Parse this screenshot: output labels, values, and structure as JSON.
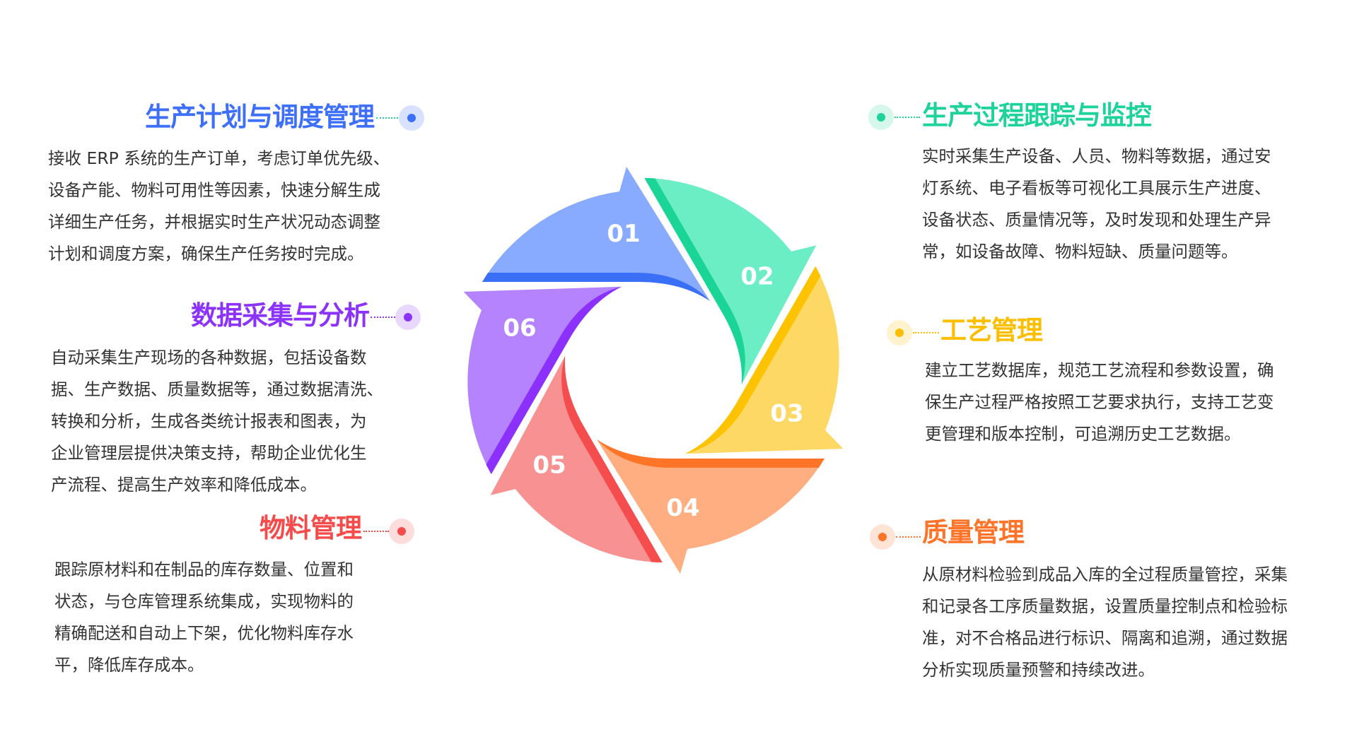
{
  "blocks": [
    {
      "id": "plan",
      "title": "生产计划与调度管理",
      "color": "#3d6ff8",
      "dot_bg": "#d8e2fe",
      "line_color": "#1dd39a",
      "lines": [
        "接收 ERP 系统的生产订单，考虑订单优先级、",
        "设备产能、物料可用性等因素，快速分解生成",
        "详细生产任务，并根据实时生产状况动态调整",
        "计划和调度方案，确保生产任务按时完成。"
      ]
    },
    {
      "id": "data",
      "title": "数据采集与分析",
      "color": "#8b32fb",
      "dot_bg": "#e8d8fe",
      "line_color": "#8b32fb",
      "lines": [
        "自动采集生产现场的各种数据，包括设备数",
        "据、生产数据、质量数据等，通过数据清洗、",
        "转换和分析，生成各类统计报表和图表，为",
        "企业管理层提供决策支持，帮助企业优化生",
        "产流程、提高生产效率和降低成本。"
      ]
    },
    {
      "id": "material",
      "title": "物料管理",
      "color": "#f54b4b",
      "dot_bg": "#fddcdc",
      "line_color": "#f54b4b",
      "lines": [
        "跟踪原材料和在制品的库存数量、位置和",
        "状态，与仓库管理系统集成，实现物料的",
        "精确配送和自动上下架，优化物料库存水",
        "平，降低库存成本。"
      ]
    },
    {
      "id": "track",
      "title": "生产过程跟踪与监控",
      "color": "#1dd39a",
      "dot_bg": "#d6f7ec",
      "line_color": "#1dd39a",
      "lines": [
        "实时采集生产设备、人员、物料等数据，通过安",
        "灯系统、电子看板等可视化工具展示生产进度、",
        "设备状态、质量情况等，及时发现和处理生产异",
        "常，如设备故障、物料短缺、质量问题等。"
      ]
    },
    {
      "id": "process",
      "title": "工艺管理",
      "color": "#fdbe00",
      "dot_bg": "#fff2cf",
      "line_color": "#fdbe00",
      "lines": [
        "建立工艺数据库，规范工艺流程和参数设置，确",
        "保生产过程严格按照工艺要求执行，支持工艺变",
        "更管理和版本控制，可追溯历史工艺数据。"
      ]
    },
    {
      "id": "quality",
      "title": "质量管理",
      "color": "#ff7328",
      "dot_bg": "#ffe4d6",
      "line_color": "#ff7328",
      "lines": [
        "从原材料检验到成品入库的全过程质量管控，采集",
        "和记录各工序质量数据，设置质量控制点和检验标",
        "准，对不合格品进行标识、隔离和追溯，通过数据",
        "分析实现质量预警和持续改进。"
      ]
    }
  ],
  "wheel": [
    {
      "label": "01",
      "light": "#88aaff",
      "dark": "#3a6ff8"
    },
    {
      "label": "02",
      "light": "#6ceec4",
      "dark": "#1ad596"
    },
    {
      "label": "03",
      "light": "#fdd865",
      "dark": "#fdc300"
    },
    {
      "label": "04",
      "light": "#feae80",
      "dark": "#ff7528"
    },
    {
      "label": "05",
      "light": "#f89292",
      "dark": "#f54d4d"
    },
    {
      "label": "06",
      "light": "#b583fd",
      "dark": "#8b30fd"
    }
  ]
}
